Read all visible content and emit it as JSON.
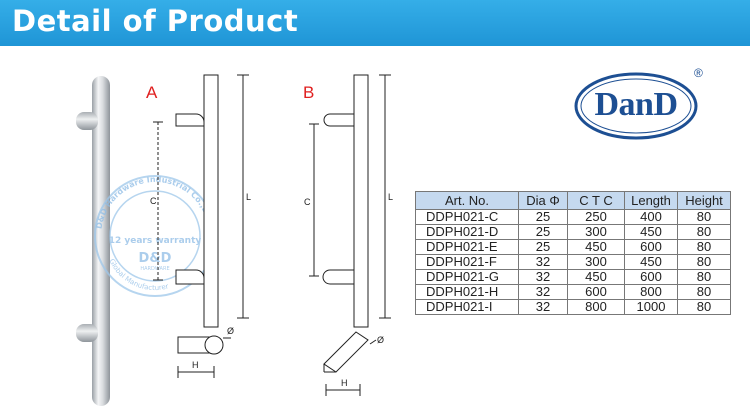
{
  "banner": {
    "title": "Detail of Product"
  },
  "logo": {
    "text": "DanD",
    "registered": "®"
  },
  "watermark": {
    "arc_text": "D&D Hardware Industrial Co.,Ltd",
    "warranty": "12 years warranty",
    "brand": "D&D",
    "sub": "HARDWARE",
    "bottom": "Global Manufacturer"
  },
  "diagram": {
    "label_a": "A",
    "label_b": "B",
    "dim_c": "C",
    "dim_l": "L",
    "dim_h": "H",
    "dim_dia": "Ø"
  },
  "table": {
    "headers": [
      "Art. No.",
      "Dia Φ",
      "C T C",
      "Length",
      "Height"
    ],
    "rows": [
      [
        "DDPH021-C",
        "25",
        "250",
        "400",
        "80"
      ],
      [
        "DDPH021-D",
        "25",
        "300",
        "450",
        "80"
      ],
      [
        "DDPH021-E",
        "25",
        "450",
        "600",
        "80"
      ],
      [
        "DDPH021-F",
        "32",
        "300",
        "450",
        "80"
      ],
      [
        "DDPH021-G",
        "32",
        "450",
        "600",
        "80"
      ],
      [
        "DDPH021-H",
        "32",
        "600",
        "800",
        "80"
      ],
      [
        "DDPH021-I",
        "32",
        "800",
        "1000",
        "80"
      ]
    ]
  },
  "colors": {
    "banner": "#1f95d6",
    "label_red": "#e02020",
    "logo_blue": "#1d4f93",
    "table_header": "#c5d9ef"
  }
}
